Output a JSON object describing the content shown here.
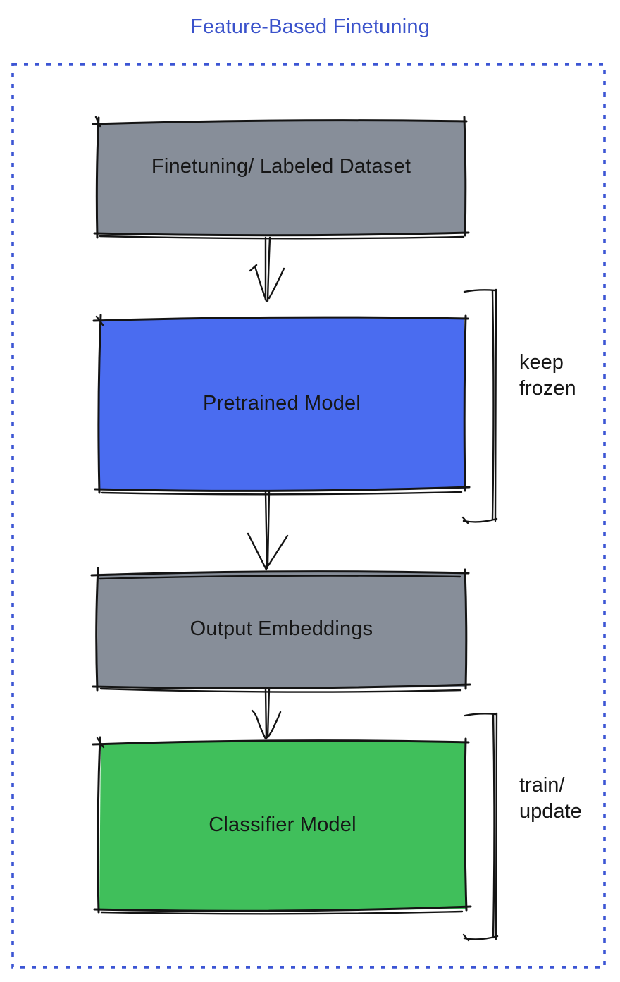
{
  "title": "Feature-Based Finetuning",
  "colors": {
    "title_blue": "#3a52cb",
    "frame_border": "#3c55d4",
    "gray_fill": "#878e99",
    "blue_fill": "#4a6cf0",
    "green_fill": "#40bf5b",
    "ink": "#141414"
  },
  "nodes": [
    {
      "id": "dataset",
      "label": "Finetuning/ Labeled Dataset",
      "fill_color": "#878e99"
    },
    {
      "id": "pretrained",
      "label": "Pretrained Model",
      "fill_color": "#4a6cf0"
    },
    {
      "id": "embeddings",
      "label": "Output Embeddings",
      "fill_color": "#878e99"
    },
    {
      "id": "classifier",
      "label": "Classifier Model",
      "fill_color": "#40bf5b"
    }
  ],
  "annotations": [
    {
      "id": "keep-frozen",
      "lines": [
        "keep",
        "frozen"
      ],
      "attached_to": "pretrained"
    },
    {
      "id": "train-update",
      "lines": [
        "train/",
        "update"
      ],
      "attached_to": "classifier"
    }
  ],
  "flow": [
    "dataset -> pretrained",
    "pretrained -> embeddings",
    "embeddings -> classifier"
  ]
}
